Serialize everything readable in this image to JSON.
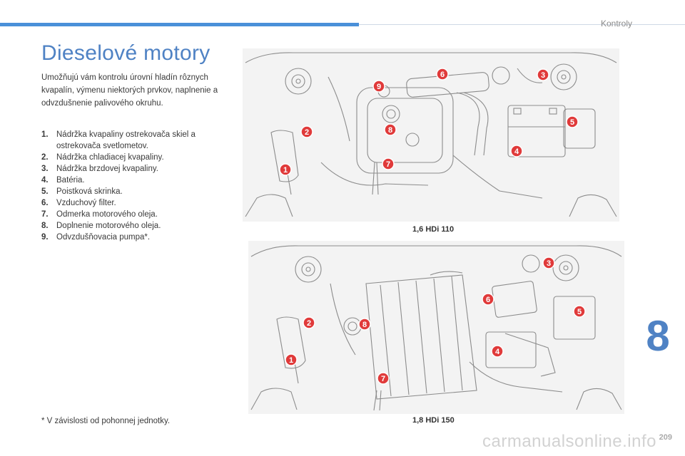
{
  "header": {
    "chapter_title": "Kontroly",
    "accent_color": "#4a90d9"
  },
  "page_title": "Dieselové motory",
  "intro": "Umožňujú vám kontrolu úrovní hladín rôznych kvapalín, výmenu niektorých prvkov, naplnenie a odvzdušnenie palivového okruhu.",
  "legend": [
    {
      "num": "1.",
      "text": "Nádržka kvapaliny ostrekovača skiel a ostrekovača svetlometov."
    },
    {
      "num": "2.",
      "text": "Nádržka chladiacej kvapaliny."
    },
    {
      "num": "3.",
      "text": "Nádržka brzdovej kvapaliny."
    },
    {
      "num": "4.",
      "text": "Batéria."
    },
    {
      "num": "5.",
      "text": "Poistková skrinka."
    },
    {
      "num": "6.",
      "text": "Vzduchový filter."
    },
    {
      "num": "7.",
      "text": "Odmerka motorového oleja."
    },
    {
      "num": "8.",
      "text": "Doplnenie motorového oleja."
    },
    {
      "num": "9.",
      "text": "Odvzdušňovacia pumpa*."
    }
  ],
  "footnote": "* V závislosti od pohonnej jednotky.",
  "diagrams": [
    {
      "caption": "1,6 HDi 110",
      "markers": [
        "1",
        "2",
        "3",
        "4",
        "5",
        "6",
        "7",
        "8",
        "9"
      ]
    },
    {
      "caption": "1,8 HDi 150",
      "markers": [
        "1",
        "2",
        "3",
        "4",
        "5",
        "6",
        "7",
        "8"
      ]
    }
  ],
  "chapter_number": "8",
  "page_number": "209",
  "watermark": "carmanualsonline.info",
  "marker_color": "#e03a3a"
}
